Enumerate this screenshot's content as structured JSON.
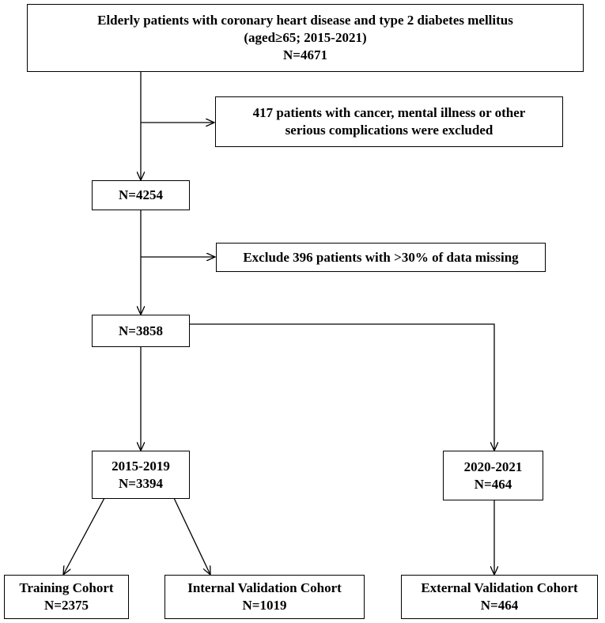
{
  "boxes": {
    "initial": {
      "line1": "Elderly patients with coronary heart disease and type 2 diabetes mellitus",
      "line2": "(aged≥65; 2015-2021)",
      "line3": "N=4671"
    },
    "exclusion1": {
      "line1": "417 patients with cancer, mental illness or other",
      "line2": "serious complications were excluded"
    },
    "after_exclusion1": {
      "line1": "N=4254"
    },
    "exclusion2": {
      "line1": "Exclude 396 patients with >30% of data missing"
    },
    "after_exclusion2": {
      "line1": "N=3858"
    },
    "period_2015_2019": {
      "line1": "2015-2019",
      "line2": "N=3394"
    },
    "period_2020_2021": {
      "line1": "2020-2021",
      "line2": "N=464"
    },
    "training_cohort": {
      "line1": "Training Cohort",
      "line2": "N=2375"
    },
    "internal_validation": {
      "line1": "Internal Validation Cohort",
      "line2": "N=1019"
    },
    "external_validation": {
      "line1": "External Validation Cohort",
      "line2": "N=464"
    }
  }
}
